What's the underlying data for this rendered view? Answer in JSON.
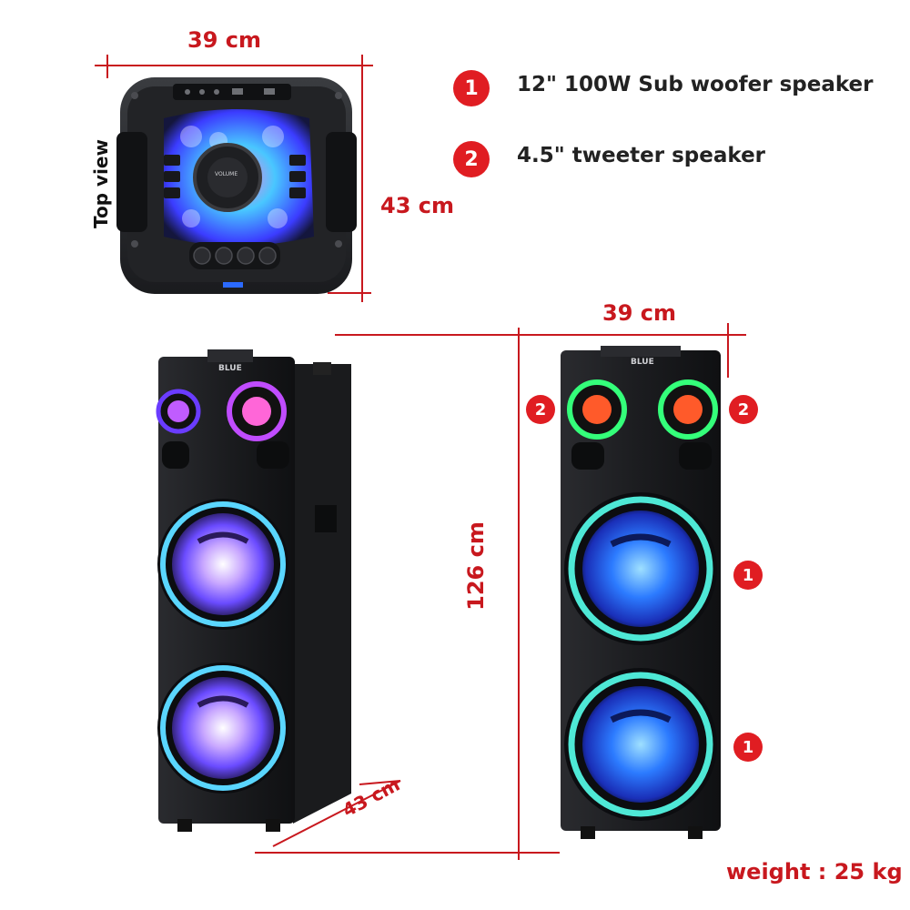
{
  "top_view": {
    "label": "Top view",
    "width_label": "39 cm",
    "depth_label": "43 cm",
    "knob_label": "VOLUME"
  },
  "legend": [
    {
      "number": "1",
      "text": "12\" 100W Sub woofer speaker"
    },
    {
      "number": "2",
      "text": "4.5\" tweeter speaker"
    }
  ],
  "front_view": {
    "width_label": "39 cm",
    "height_label": "126  cm",
    "brand": "BLUE",
    "callouts": [
      "2",
      "2",
      "1",
      "1"
    ]
  },
  "side_view": {
    "depth_label": "43 cm",
    "brand": "BLUE"
  },
  "weight_label": "weight : 25 kg",
  "colors": {
    "dimension_red": "#c8181e",
    "badge_red": "#e01d22",
    "speaker_body": "#1c1d20"
  }
}
